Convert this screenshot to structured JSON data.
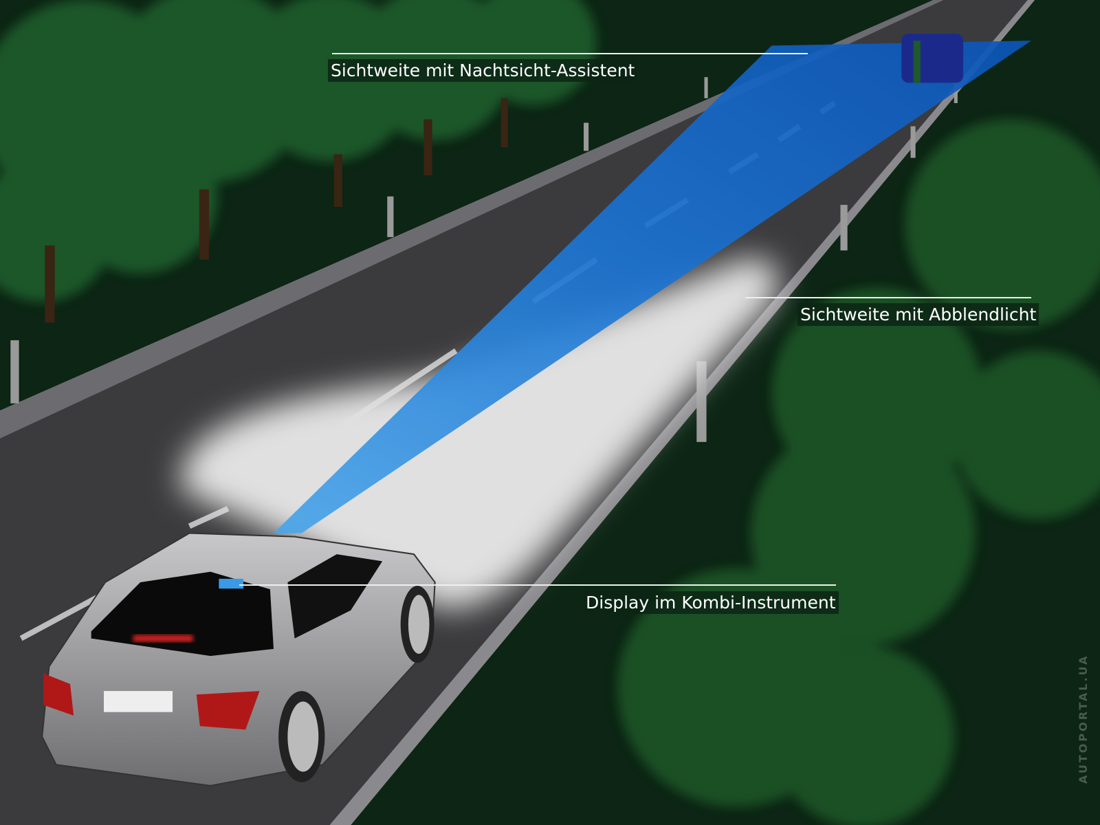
{
  "labels": {
    "night_vision": "Sichtweite mit Nachtsicht-Assistent",
    "low_beam": "Sichtweite mit Abblendlicht",
    "display": "Display im Kombi-Instrument"
  },
  "watermark": "AUTOPORTAL.UA",
  "colors": {
    "background": "#0c2514",
    "road": "#3b3b3d",
    "beam_blue": "#1f78d6",
    "low_beam": "#d8d8d8",
    "car": "#9a9a9c"
  }
}
